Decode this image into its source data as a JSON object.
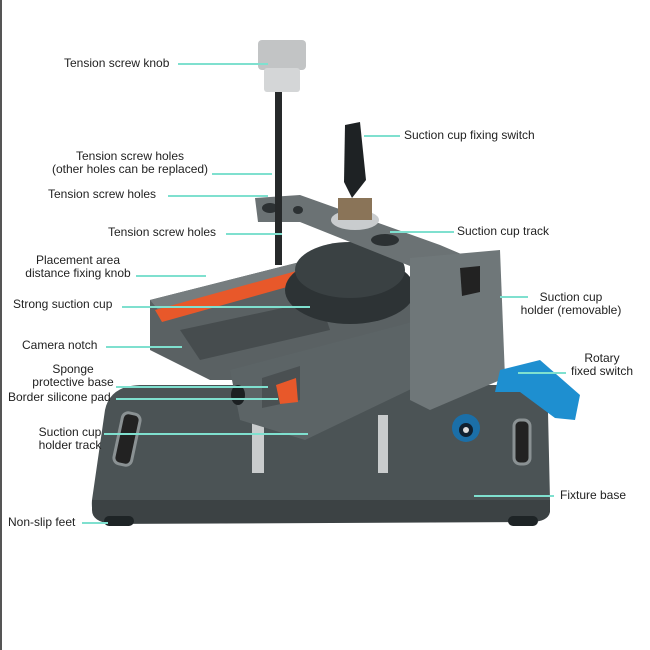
{
  "figure": {
    "subject": "Suction cup phone screen separator fixture",
    "colors": {
      "leader_line": "#7fe0cf",
      "body_metal": "#5f6668",
      "orange_pad": "#e8582a",
      "blue_knob": "#1e90d0",
      "base": "#4a5153"
    }
  },
  "labels": {
    "tension_screw_knob": "Tension screw knob",
    "tension_screw_holes_replace_1": "Tension screw holes",
    "tension_screw_holes_replace_2": "(other holes can be replaced)",
    "tension_screw_holes_a": "Tension screw holes",
    "tension_screw_holes_b": "Tension screw holes",
    "placement_area_1": "Placement area",
    "placement_area_2": "distance fixing knob",
    "strong_suction_cup": "Strong suction cup",
    "camera_notch": "Camera notch",
    "sponge_base_1": "Sponge",
    "sponge_base_2": "protective base",
    "border_silicone_pad": "Border silicone pad",
    "holder_track_1": "Suction cup",
    "holder_track_2": "holder track",
    "non_slip_feet": "Non-slip feet",
    "fixing_switch": "Suction cup fixing switch",
    "cup_track": "Suction cup track",
    "cup_holder_1": "Suction cup",
    "cup_holder_2": "holder (removable)",
    "rotary_switch_1": "Rotary",
    "rotary_switch_2": "fixed switch",
    "fixture_base": "Fixture base"
  }
}
